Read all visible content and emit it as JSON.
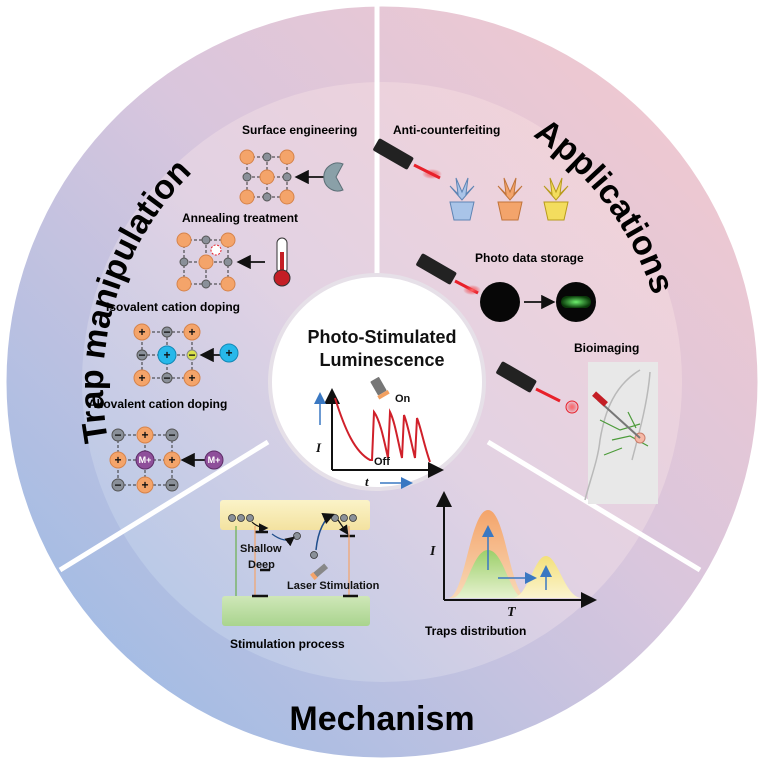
{
  "center": {
    "title_line1": "Photo-Stimulated",
    "title_line2": "Luminescence",
    "on_label": "On",
    "off_label": "Off",
    "y_axis": "I",
    "x_axis": "t"
  },
  "sections": {
    "trap": "Trap manipulation",
    "applications": "Applications",
    "mechanism": "Mechanism"
  },
  "trap_items": {
    "surface": "Surface engineering",
    "annealing": "Annealing treatment",
    "isovalent": "Isovalent cation doping",
    "aliovalent": "Aliovalent cation doping"
  },
  "applications_items": {
    "anticounterfeit": "Anti-counterfeiting",
    "storage": "Photo data storage",
    "bioimaging": "Bioimaging"
  },
  "mechanism_items": {
    "shallow": "Shallow",
    "deep": "Deep",
    "laser": "Laser Stimulation",
    "process": "Stimulation process",
    "traps_distribution": "Traps distribution",
    "dist_y": "I",
    "dist_x": "T"
  },
  "symbols": {
    "plus": "+",
    "minus": "−",
    "dopant": "M+"
  },
  "colors": {
    "ring_pink": "#f2c6cc",
    "ring_blue": "#9dbde3",
    "orange_atom": "#f4a46a",
    "grey_atom": "#8a9099",
    "cyan_atom": "#27b8ea",
    "purple_atom": "#8e4f9a",
    "laser_red": "#e8202a"
  }
}
